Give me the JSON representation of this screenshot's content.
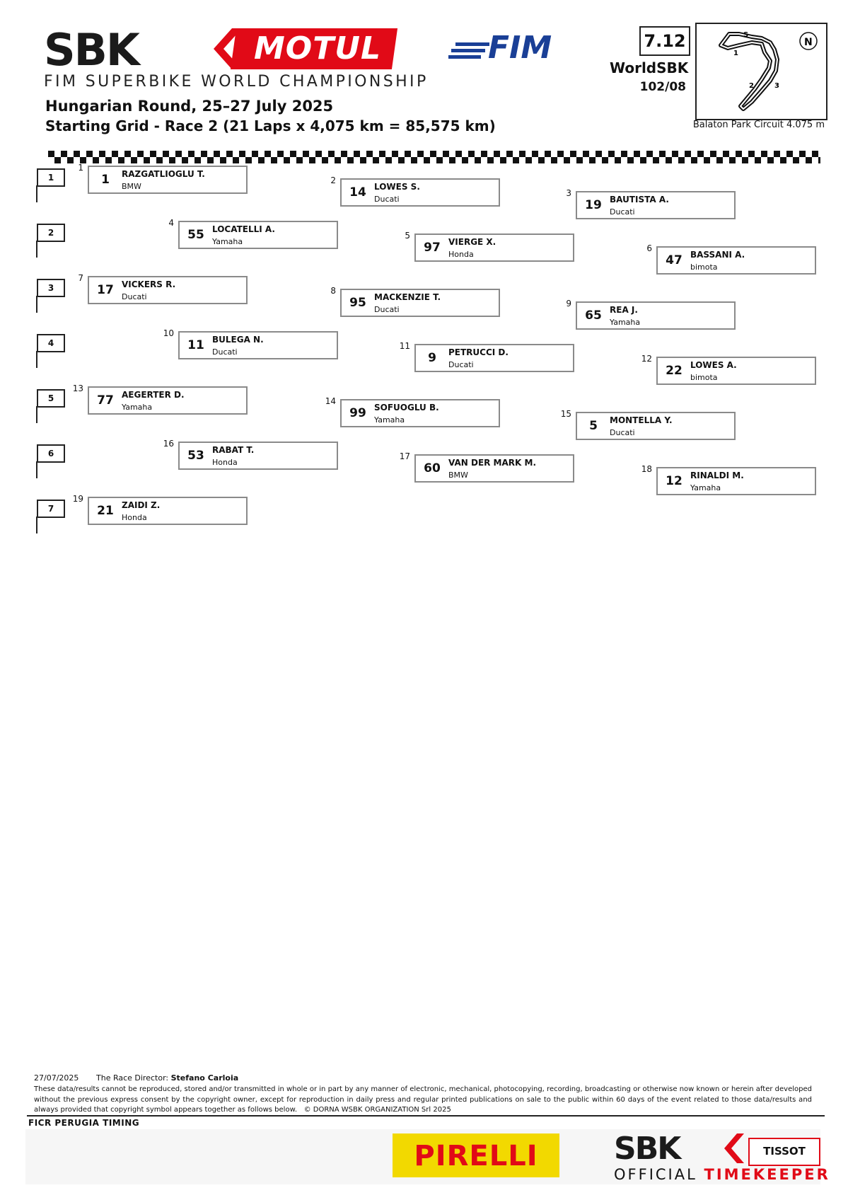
{
  "header": {
    "brand": "SBK",
    "sponsor": "MOTUL",
    "championship": "FIM SUPERBIKE WORLD CHAMPIONSHIP",
    "federation": "FIM",
    "doc_number": "7.12",
    "series": "WorldSBK",
    "series_code": "102/08",
    "circuit_label": "Balaton Park Circuit 4.075 m",
    "track_map_labels": [
      "S",
      "1",
      "2",
      "3",
      "N"
    ]
  },
  "event": {
    "title": "Hungarian Round, 25–27 July 2025",
    "description": "Starting Grid - Race 2 (21 Laps x 4,075 km = 85,575 km)"
  },
  "rows": [
    "1",
    "2",
    "3",
    "4",
    "5",
    "6",
    "7"
  ],
  "grid": [
    {
      "pos": "1",
      "number": "1",
      "name": "RAZGATLIOGLU T.",
      "team": "BMW"
    },
    {
      "pos": "2",
      "number": "14",
      "name": "LOWES S.",
      "team": "Ducati"
    },
    {
      "pos": "3",
      "number": "19",
      "name": "BAUTISTA A.",
      "team": "Ducati"
    },
    {
      "pos": "4",
      "number": "55",
      "name": "LOCATELLI A.",
      "team": "Yamaha"
    },
    {
      "pos": "5",
      "number": "97",
      "name": "VIERGE X.",
      "team": "Honda"
    },
    {
      "pos": "6",
      "number": "47",
      "name": "BASSANI A.",
      "team": "bimota"
    },
    {
      "pos": "7",
      "number": "17",
      "name": "VICKERS R.",
      "team": "Ducati"
    },
    {
      "pos": "8",
      "number": "95",
      "name": "MACKENZIE T.",
      "team": "Ducati"
    },
    {
      "pos": "9",
      "number": "65",
      "name": "REA J.",
      "team": "Yamaha"
    },
    {
      "pos": "10",
      "number": "11",
      "name": "BULEGA N.",
      "team": "Ducati"
    },
    {
      "pos": "11",
      "number": "9",
      "name": "PETRUCCI D.",
      "team": "Ducati"
    },
    {
      "pos": "12",
      "number": "22",
      "name": "LOWES A.",
      "team": "bimota"
    },
    {
      "pos": "13",
      "number": "77",
      "name": "AEGERTER D.",
      "team": "Yamaha"
    },
    {
      "pos": "14",
      "number": "99",
      "name": "SOFUOGLU B.",
      "team": "Yamaha"
    },
    {
      "pos": "15",
      "number": "5",
      "name": "MONTELLA Y.",
      "team": "Ducati"
    },
    {
      "pos": "16",
      "number": "53",
      "name": "RABAT T.",
      "team": "Honda"
    },
    {
      "pos": "17",
      "number": "60",
      "name": "VAN DER MARK M.",
      "team": "BMW"
    },
    {
      "pos": "18",
      "number": "12",
      "name": "RINALDI M.",
      "team": "Yamaha"
    },
    {
      "pos": "19",
      "number": "21",
      "name": "ZAIDI Z.",
      "team": "Honda"
    }
  ],
  "footer": {
    "date": "27/07/2025",
    "director_label": "The Race Director:",
    "director_name": "Stefano Carloia",
    "legal": "These data/results cannot be reproduced, stored and/or transmitted in whole or in part by any manner of electronic, mechanical, photocopying, recording, broadcasting or otherwise now known or herein after developed without the previous express consent by the copyright owner, except for reproduction in daily press and regular printed publications on sale to the public within 60 days of the event related to those data/results and always provided that copyright symbol appears together as follows below.",
    "copyright": "© DORNA WSBK ORGANIZATION Srl 2025",
    "timing": "FICR PERUGIA TIMING",
    "tyre_sponsor": "PIRELLI",
    "timekeeper_brand": "SBK",
    "timekeeper_sponsor": "TISSOT",
    "official_label": "OFFICIAL",
    "timekeeper_label": "TIMEKEEPER"
  }
}
